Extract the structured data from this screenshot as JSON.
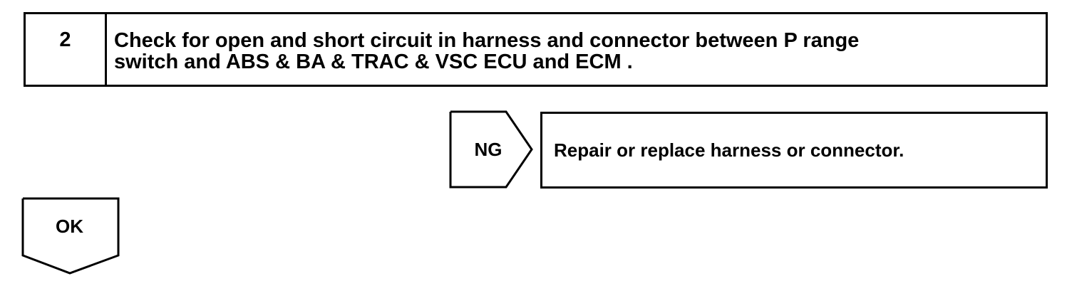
{
  "step": {
    "number": "2",
    "title_line1": "Check for open and short circuit in harness and connector between P range",
    "title_line2": "switch and ABS & BA & TRAC & VSC ECU and ECM ."
  },
  "ng_branch": {
    "label": "NG",
    "action": "Repair or replace harness or connector."
  },
  "ok_branch": {
    "label": "OK"
  }
}
